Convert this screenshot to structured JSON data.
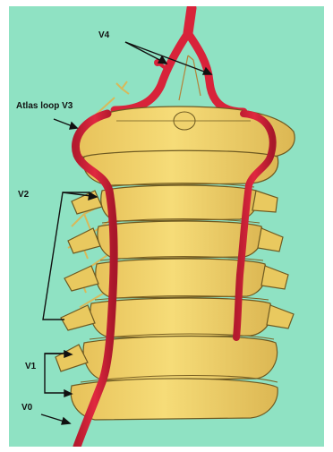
{
  "labels": {
    "v4": "V4",
    "atlas_loop_v3": "Atlas loop  V3",
    "v2": "V2",
    "v1": "V1",
    "v0": "V0"
  },
  "colors": {
    "background": "#8fe2c3",
    "bone": "#f2d56a",
    "bone_shadow": "#c9a945",
    "bone_outline": "#6e5a22",
    "artery": "#d8233a",
    "artery_dark": "#9e1427",
    "nerve": "#d8b95a",
    "annotation": "#111111"
  }
}
